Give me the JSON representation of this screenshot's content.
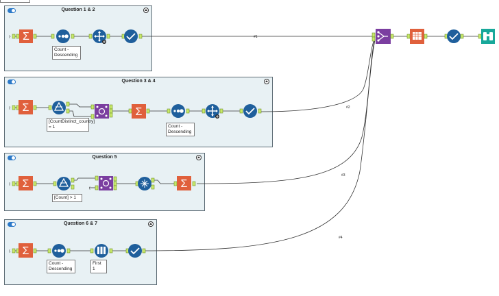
{
  "containers": [
    {
      "title": "Question 1 & 2"
    },
    {
      "title": "Question 3 & 4"
    },
    {
      "title": "Question 5"
    },
    {
      "title": "Question 6 & 7"
    }
  ],
  "annotations": {
    "q1_sort": "Count - Descending",
    "q3_filter": "[CountDistinct_country] = 1",
    "q3_sort": "Count - Descending",
    "q5_filter": "[Count] > 1",
    "q6_sort": "Count - Descending",
    "q6_sample": "First 1"
  },
  "connection_labels": {
    "c1": "#1",
    "c2": "#2",
    "c3": "#3",
    "c4": "#4"
  },
  "colors": {
    "summarize": "#e0603c",
    "sort": "#1f5f9c",
    "select": "#1f5f9c",
    "browse": "#1f5f9c",
    "filter": "#1f5f9c",
    "join": "#7b3ea0",
    "union": "#7b3ea0",
    "output": "#e0603c",
    "binoculars": "#18a89a",
    "anchor": "#c8e86a"
  }
}
